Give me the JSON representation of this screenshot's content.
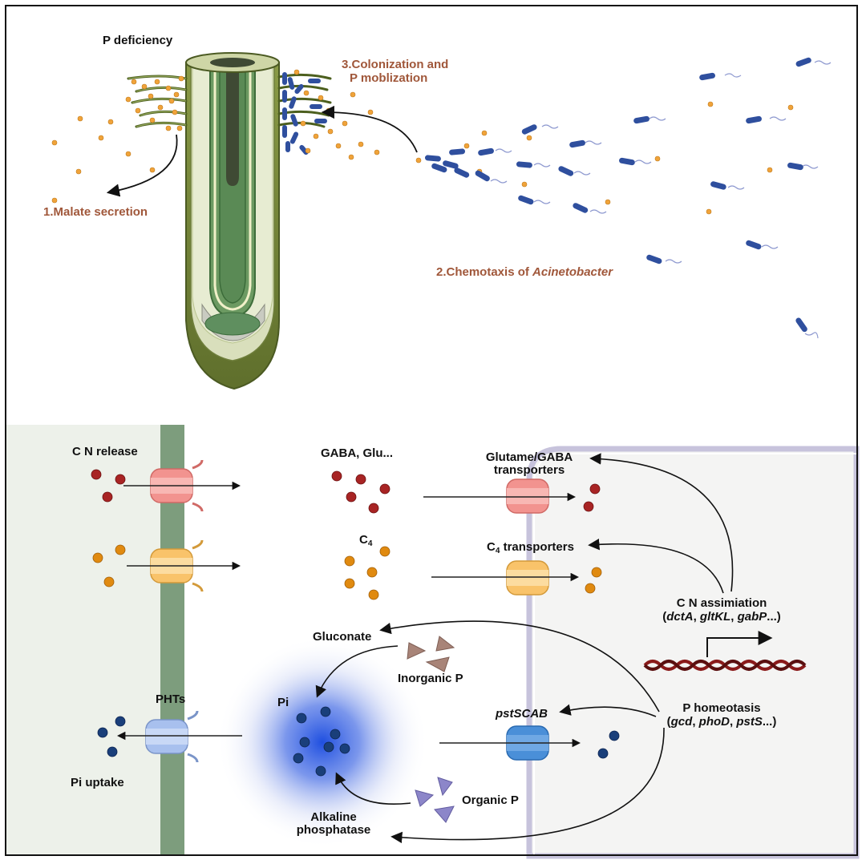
{
  "labels": {
    "p_deficiency": "P deficiency",
    "step1": "1.Malate secretion",
    "step2_prefix": "2.Chemotaxis of ",
    "step2_taxon": "Acinetobacter",
    "step3_line1": "3.Colonization and",
    "step3_line2": "P moblization",
    "cn_release": "C N release",
    "gaba_glu": "GABA, Glu...",
    "c4_main": "C",
    "c4_sub": "4",
    "glut_transport_line1": "Glutame/GABA",
    "glut_transport_line2": "transporters",
    "c4_transport_main": "C",
    "c4_transport_sub": "4",
    "c4_transport_rest": " transporters",
    "cn_assim_title": "C N assimiation",
    "cn_assim_open": "(",
    "cn_assim_g1": "dctA",
    "cn_assim_sep1": ", ",
    "cn_assim_g2": "gltKL",
    "cn_assim_sep2": ", ",
    "cn_assim_g3": "gabP",
    "cn_assim_close": "...)",
    "gluconate": "Gluconate",
    "inorganic_p": "Inorganic P",
    "phts": "PHTs",
    "pi": "Pi",
    "pi_uptake": "Pi uptake",
    "pstscab": "pstSCAB",
    "p_homeo_title": "P homeotasis",
    "p_homeo_open": "(",
    "p_homeo_g1": "gcd",
    "p_homeo_sep1": ", ",
    "p_homeo_g2": "phoD",
    "p_homeo_sep2": ", ",
    "p_homeo_g3": "pstS",
    "p_homeo_close": "...)",
    "organic_p": "Organic P",
    "alk_line1": "Alkaline",
    "alk_line2": "phosphatase"
  },
  "colors": {
    "brown_label": "#a0573a",
    "bacteria": "#2f4f9e",
    "malate_dot": "#f0a33a",
    "cn_dot": "#a82424",
    "c4_dot": "#e08a10",
    "pi_dot": "#1a3f7a",
    "pink_transporter": "#f2938f",
    "yellow_transporter": "#f9c36a",
    "blue_transporter": "#4a8fd8",
    "pht_transporter": "#a8c0ee",
    "root_membrane": "#7d9d7d",
    "plant_cell_bg": "#edf1ea",
    "bacterial_cell_bg": "#f4f4f3",
    "dna": "#8a1a1a",
    "inorganic_p_shape": "#a88478",
    "organic_p_shape": "#8c86c9"
  }
}
